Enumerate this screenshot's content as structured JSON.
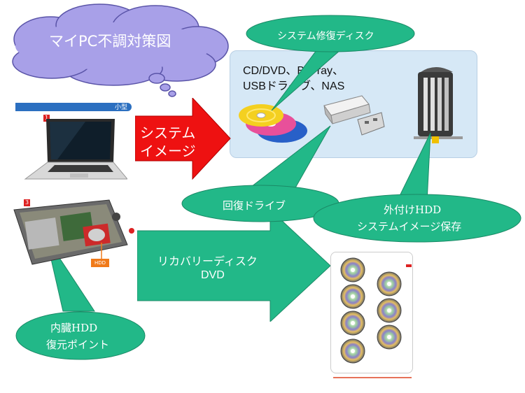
{
  "title": "マイPC不調対策図",
  "ovals": {
    "repair_disc": "システム修復ディスク",
    "recovery_drive": "回復ドライブ",
    "external_hdd_line1": "外付けHDD",
    "external_hdd_line2": "システムイメージ保存",
    "internal_hdd_line1": "内臓HDD",
    "internal_hdd_line2": "復元ポイント"
  },
  "arrows": {
    "system_image_line1": "システム",
    "system_image_line2": "イメージ",
    "recovery_disc_line1": "リカバリーディスク",
    "recovery_disc_line2": "DVD"
  },
  "media_box": {
    "line1": "CD/DVD、Blu-ray、",
    "line2": "USBドライブ、NAS"
  },
  "photo": {
    "header_text": "小型",
    "badge_1": "1",
    "badge_3": "3",
    "hdd_tag": "HDD"
  },
  "colors": {
    "green": "#22b888",
    "red": "#ee1111",
    "cloud": "#a8a0e8",
    "media_bg": "#d6e8f6"
  }
}
